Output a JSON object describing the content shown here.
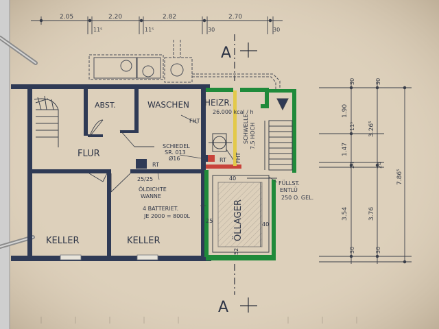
{
  "palette": {
    "paper": "#d9cbb6",
    "wall": "#2f3a55",
    "green": "#1f8a3a",
    "yellow": "#e3c94a",
    "red": "#c8433a",
    "binder": "#c9c9c9"
  },
  "dimensions_top": [
    "2.05",
    "2.20",
    "11⁵",
    "11⁵",
    "2.82",
    "30",
    "2.70",
    "30"
  ],
  "dimensions_right": [
    "30",
    "30",
    "1.90",
    "11⁵",
    "3.26⁵",
    "1.47",
    "24",
    "24",
    "3.54",
    "3.76",
    "7.86⁵",
    "30",
    "30"
  ],
  "section_marker": "A",
  "rooms": {
    "flur": "FLUR",
    "abst": "ABST.",
    "waschen": "WASCHEN",
    "heizr": "HEIZR.",
    "keller_left": "KELLER",
    "keller_right": "KELLER",
    "oillager": "ÖLLAGER"
  },
  "annotations": {
    "heizr_power": "26.000 kcal / h",
    "fht_left": "FHT",
    "fht_right": "FHT",
    "schwelle": "SCHWELLE",
    "hoch": "7,5 HOCH",
    "rt_left": "RT",
    "rt_right": "RT",
    "schiedel_1": "SCHIEDEL",
    "schiedel_2": "SR. 013",
    "schiedel_3": "Ø16",
    "size_25": "25/25",
    "oeldichte_1": "ÖLDICHTE",
    "oeldichte_2": "WANNE",
    "batteriet_1": "4 BATTERIET.",
    "batteriet_2": "JE 2000 = 8000L",
    "fullst": "FÜLLST.",
    "entlu": "ENTLÜ",
    "entlu_size": "250 O. GEL.",
    "tank_40_top": "40",
    "tank_40_right": "40",
    "tank_25": "25",
    "tank_52": "52"
  }
}
